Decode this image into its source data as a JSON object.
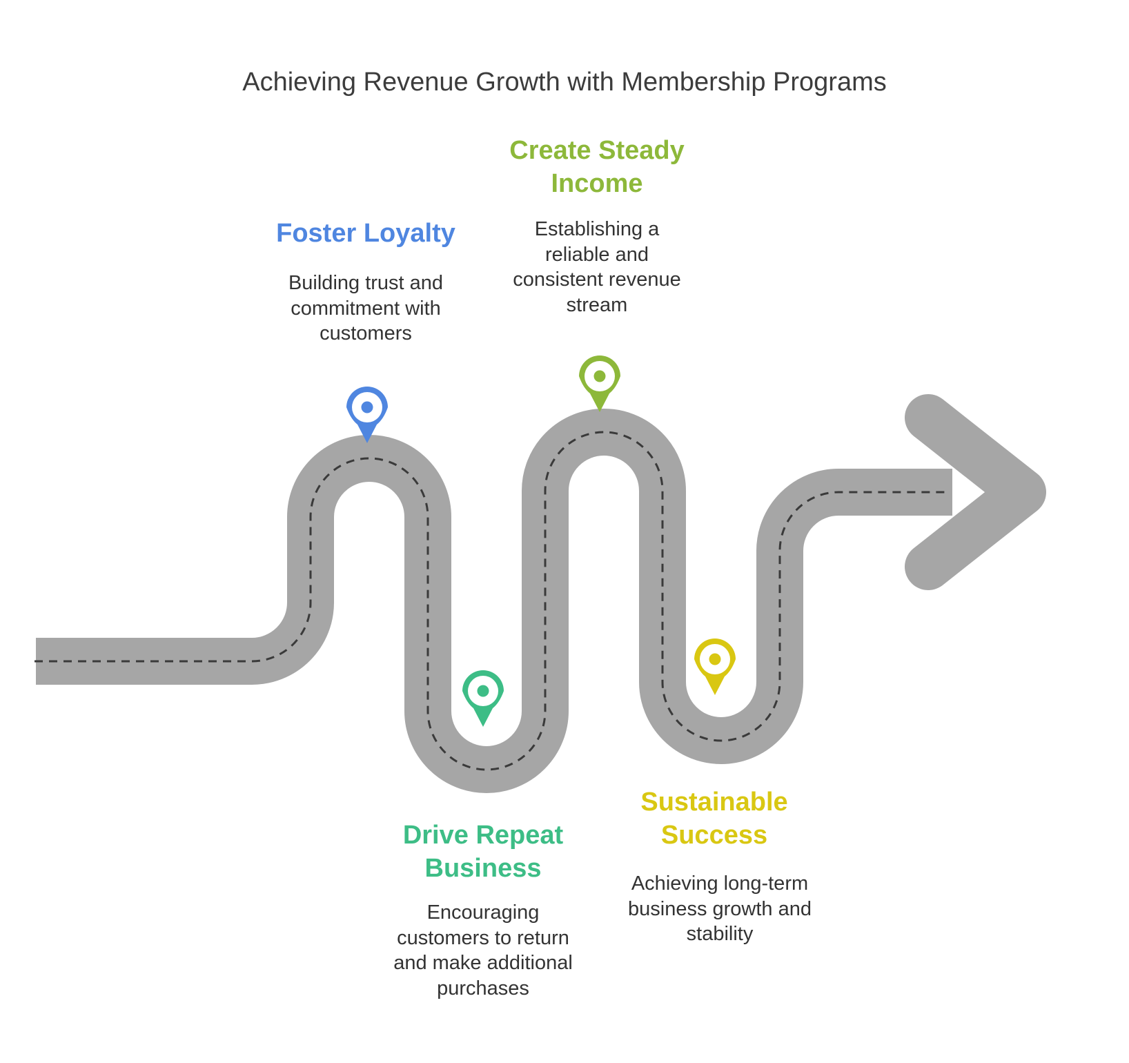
{
  "title": "Achieving Revenue Growth with Membership Programs",
  "colors": {
    "road": "#a6a6a6",
    "dash": "#3a3a3a",
    "background": "#ffffff"
  },
  "steps": [
    {
      "title": "Foster Loyalty",
      "description": "Building trust and commitment with customers",
      "color": "#4f86e0",
      "icon": "map-pin-icon"
    },
    {
      "title": "Drive Repeat Business",
      "description": "Encouraging customers to return and make additional purchases",
      "color": "#3dbd86",
      "icon": "map-pin-icon"
    },
    {
      "title": "Create Steady Income",
      "description": "Establishing a reliable and consistent revenue stream",
      "color": "#8db83a",
      "icon": "map-pin-icon"
    },
    {
      "title": "Sustainable Success",
      "description": "Achieving long-term business growth and stability",
      "color": "#d9c712",
      "icon": "map-pin-icon"
    }
  ]
}
